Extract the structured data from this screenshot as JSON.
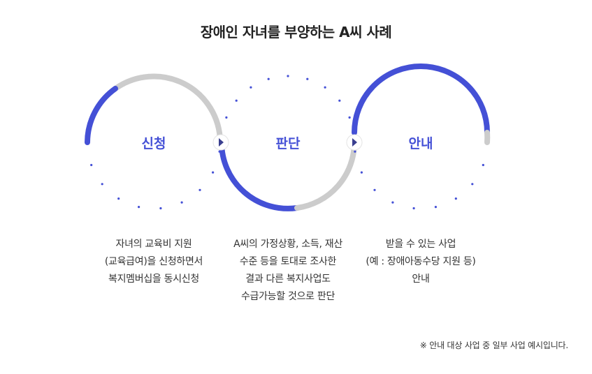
{
  "title": "장애인 자녀를 부양하는 A씨 사례",
  "colors": {
    "accent": "#4450d6",
    "track": "#cccccc",
    "label": "#4450d6",
    "text": "#333333"
  },
  "stages": [
    {
      "label": "신청",
      "description": [
        "자녀의 교육비 지원",
        "(교육급여)을 신청하면서",
        "복지멤버십을 동시신청"
      ]
    },
    {
      "label": "판단",
      "description": [
        "A씨의 가정상황, 소득, 재산",
        "수준 등을 토대로 조사한",
        "결과 다른 복지사업도",
        "수급가능할 것으로 판단"
      ]
    },
    {
      "label": "안내",
      "description": [
        "받을 수 있는 사업",
        "(예 : 장애아동수당 지원 등)",
        "안내"
      ]
    }
  ],
  "footnote": "※ 안내 대상 사업 중 일부 사업 예시입니다."
}
